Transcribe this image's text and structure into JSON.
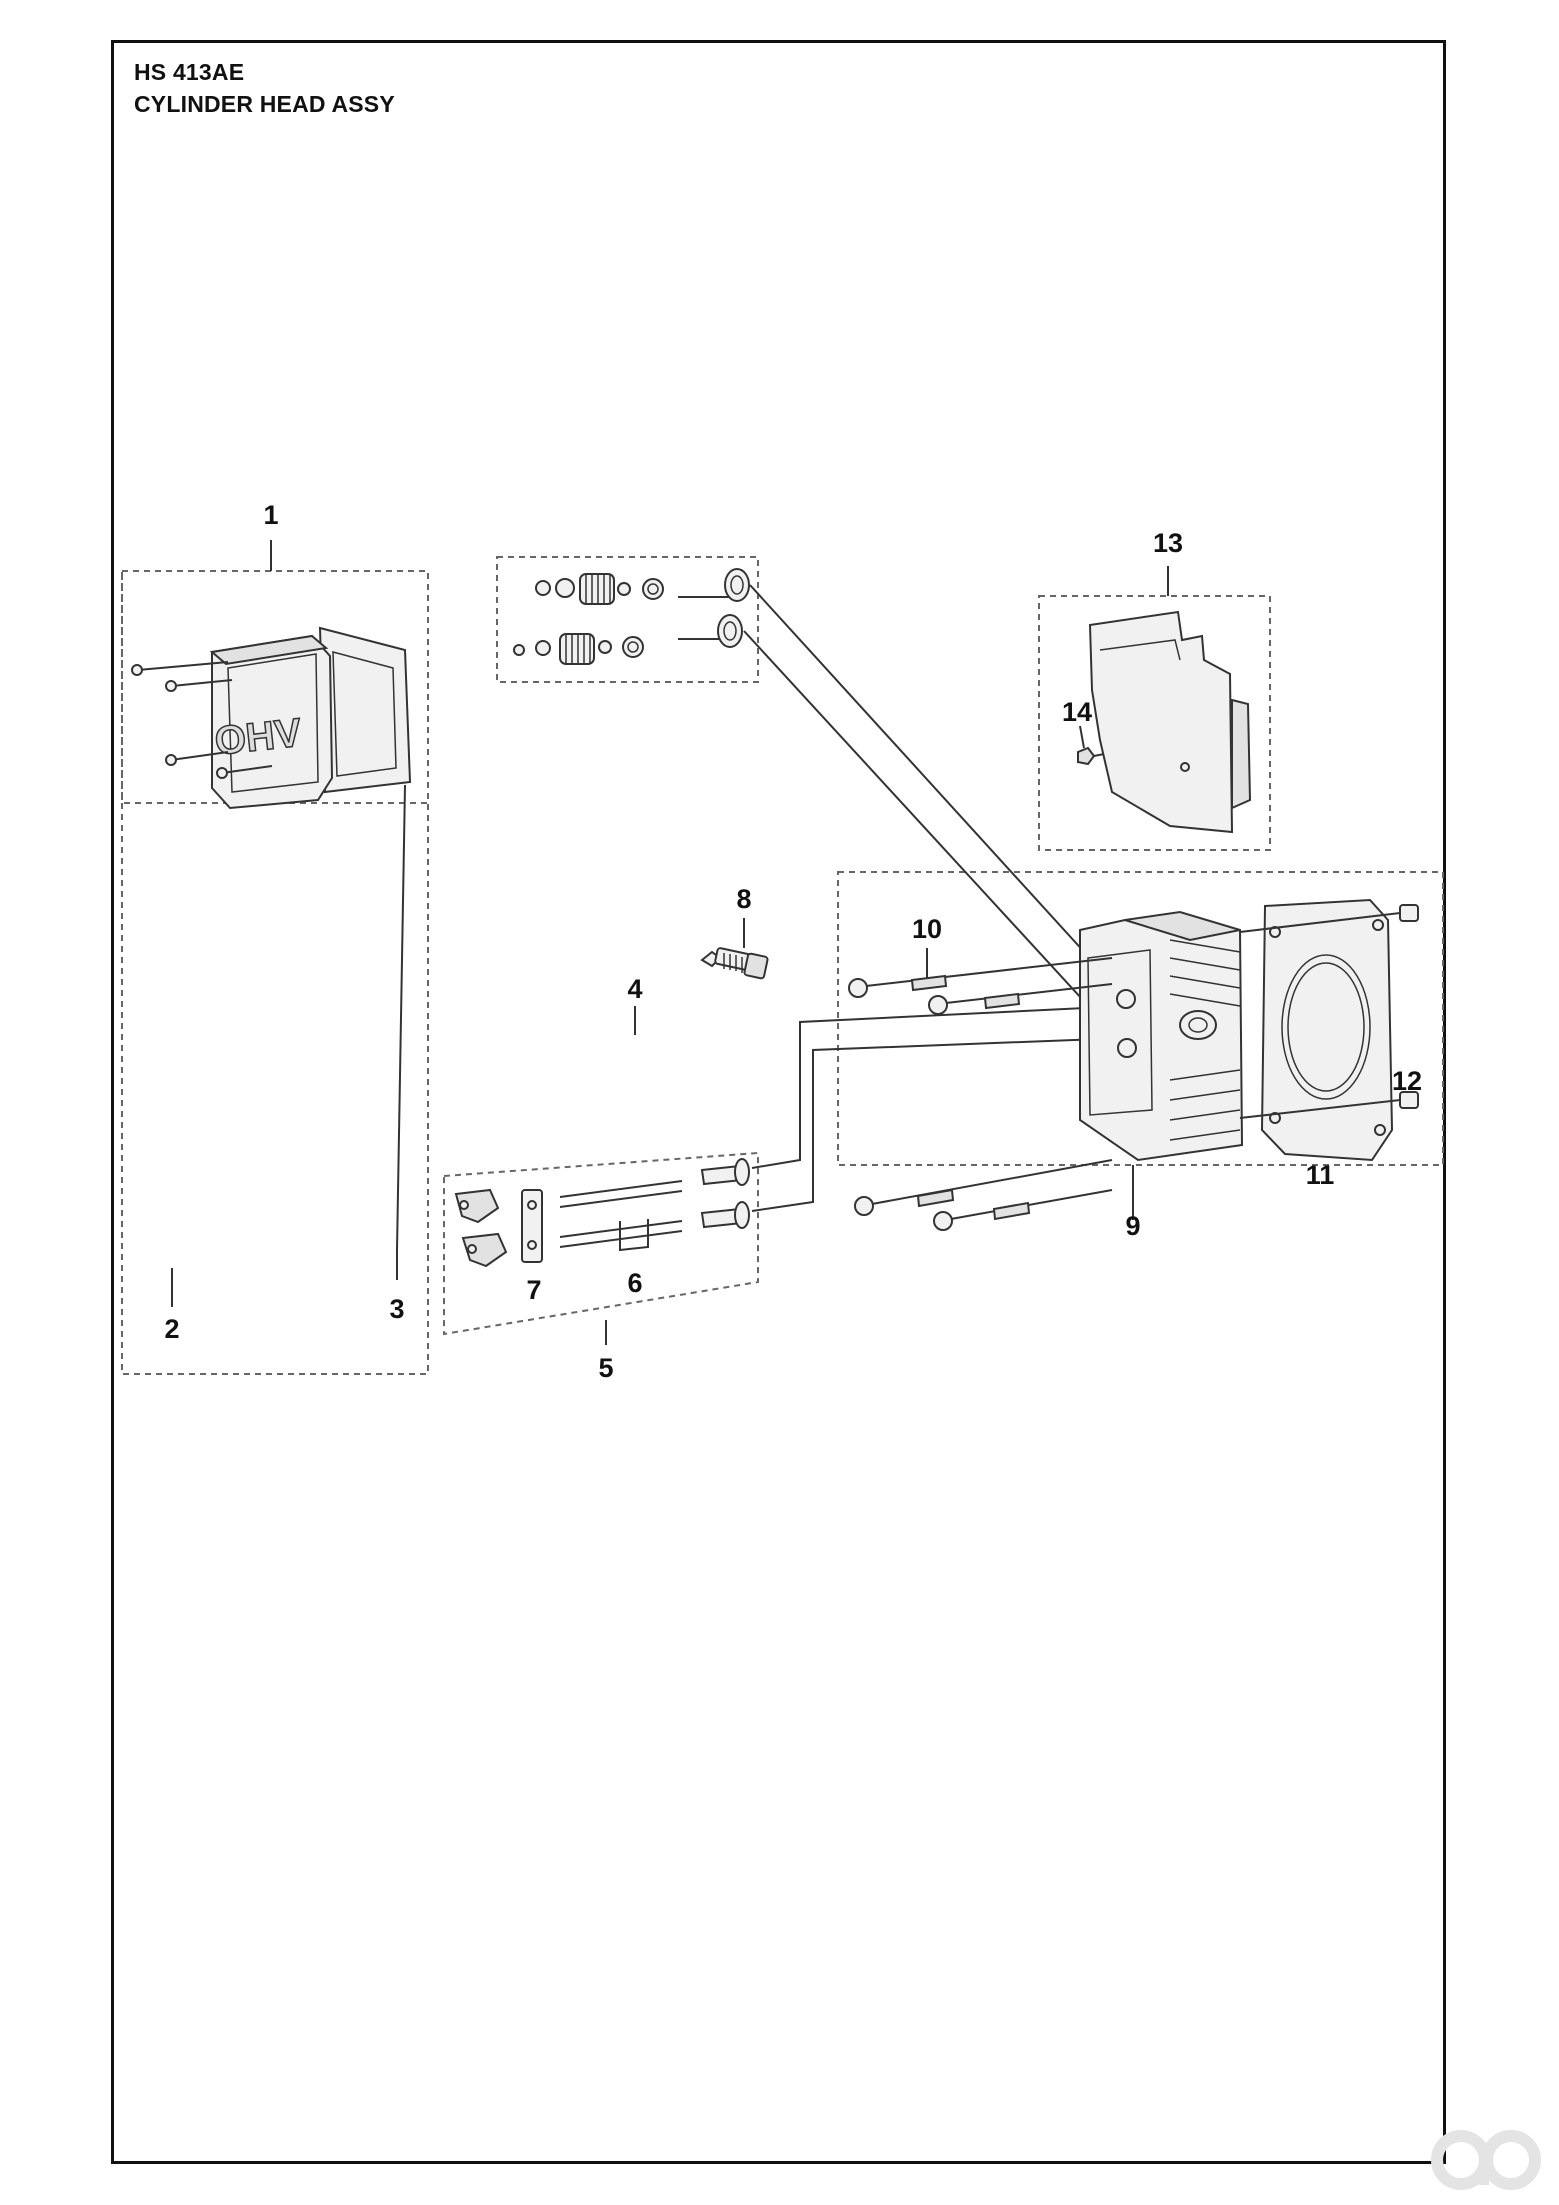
{
  "header": {
    "model": "HS 413AE",
    "title": "CYLINDER HEAD ASSY"
  },
  "callouts": [
    "1",
    "2",
    "3",
    "4",
    "5",
    "6",
    "7",
    "8",
    "9",
    "10",
    "11",
    "12",
    "13",
    "14"
  ],
  "diagram_text": {
    "cover_logo": "OHV"
  },
  "colors": {
    "line": "#333333",
    "frame": "#111111",
    "group_box": "#666666"
  }
}
